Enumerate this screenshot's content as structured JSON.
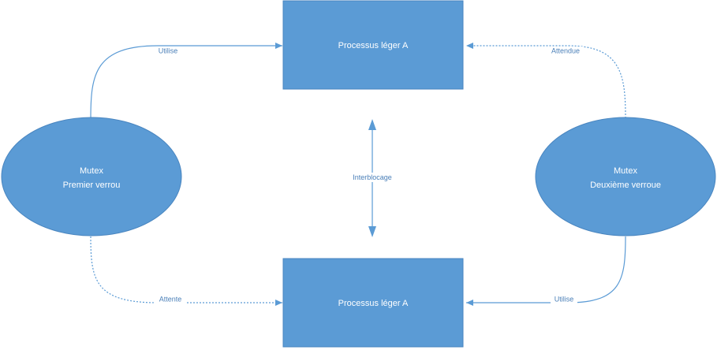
{
  "colors": {
    "shape_fill": "#5b9bd5",
    "shape_stroke": "#4a86c0",
    "connector": "#5b9bd5",
    "label_text": "#4a7fb8",
    "node_text": "#ffffff"
  },
  "nodes": {
    "process_top": {
      "label": "Processus léger A"
    },
    "process_bottom": {
      "label": "Processus léger A"
    },
    "mutex_left": {
      "line1": "Mutex",
      "line2": "Premier verrou"
    },
    "mutex_right": {
      "line1": "Mutex",
      "line2": "Deuxième verroue"
    }
  },
  "edges": {
    "left_top": {
      "label": "Utilise",
      "style": "solid"
    },
    "right_top": {
      "label": "Attendue",
      "style": "dotted"
    },
    "left_bottom": {
      "label": "Attente",
      "style": "dotted"
    },
    "right_bottom": {
      "label": "Utilise",
      "style": "solid"
    },
    "center": {
      "label": "Interblocage",
      "style": "solid",
      "direction": "both"
    }
  }
}
